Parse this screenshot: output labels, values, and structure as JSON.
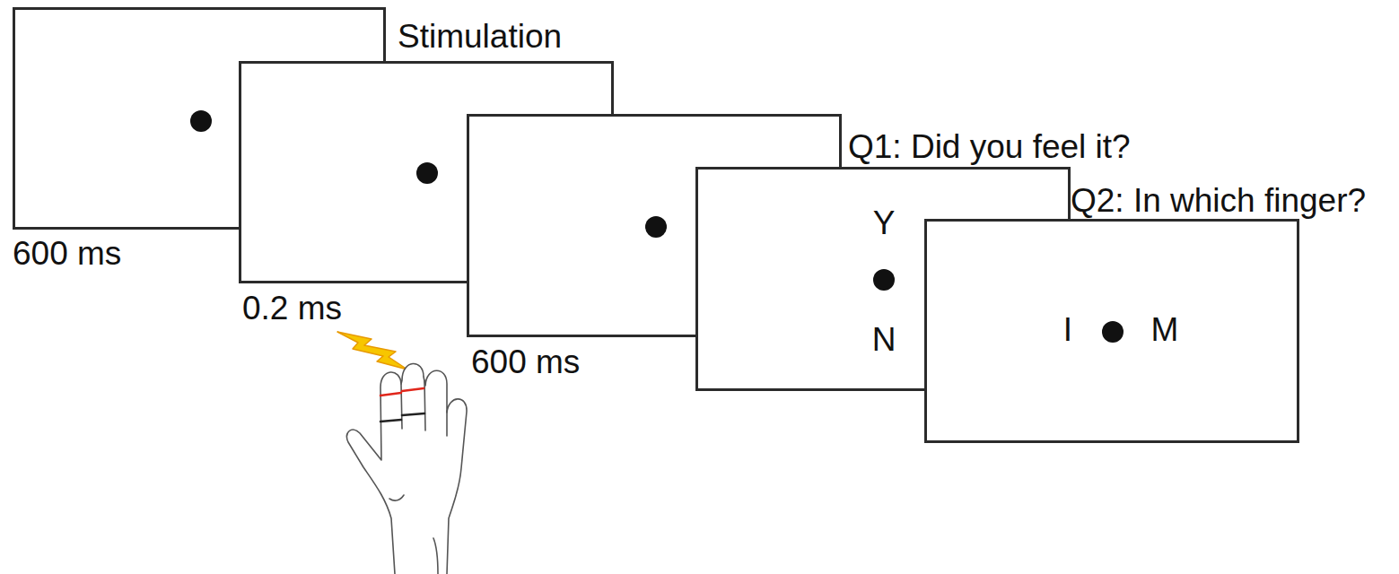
{
  "diagram": {
    "nodes": [
      {
        "text": [
          "600 ms"
        ]
      },
      {
        "text": [
          "Stimulation",
          "0.2 ms"
        ]
      },
      {
        "text": [
          "600 ms"
        ]
      },
      {
        "text": [
          "Q1: Did you feel it?",
          "Y",
          "N"
        ]
      },
      {
        "text": [
          "Q2: In which finger?",
          "I",
          "M"
        ]
      }
    ]
  }
}
